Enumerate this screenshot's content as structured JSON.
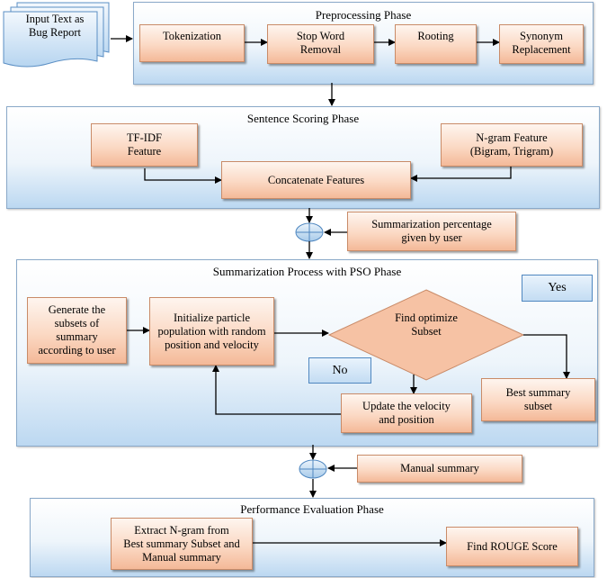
{
  "input_doc": {
    "label": "Input Text as\nBug Report"
  },
  "phases": {
    "preprocessing": {
      "title": "Preprocessing Phase",
      "steps": [
        "Tokenization",
        "Stop Word\nRemoval",
        "Rooting",
        "Synonym\nReplacement"
      ]
    },
    "sentence_scoring": {
      "title": "Sentence Scoring Phase",
      "tfidf": "TF-IDF\nFeature",
      "ngram": "N-gram Feature\n(Bigram, Trigram)",
      "concat": "Concatenate Features"
    },
    "summarization_input": {
      "label": "Summarization percentage\ngiven by user"
    },
    "pso": {
      "title": "Summarization Process with PSO Phase",
      "generate": "Generate the\nsubsets of\nsummary\naccording to user",
      "initialize": "Initialize particle\npopulation with random\nposition and velocity",
      "optimize": "Find optimize\nSubset",
      "update": "Update the velocity\nand position",
      "best": "Best summary\nsubset",
      "yes_label": "Yes",
      "no_label": "No"
    },
    "manual_input": {
      "label": "Manual summary"
    },
    "evaluation": {
      "title": "Performance Evaluation Phase",
      "extract": "Extract N-gram from\nBest summary Subset and\nManual summary",
      "rouge": "Find ROUGE Score"
    }
  },
  "colors": {
    "phase_border": "#8aa9c9",
    "phase_fill": "#bcd8f1",
    "node_fill": "#f4b998",
    "node_border": "#c98b68",
    "arrow": "#000000"
  }
}
